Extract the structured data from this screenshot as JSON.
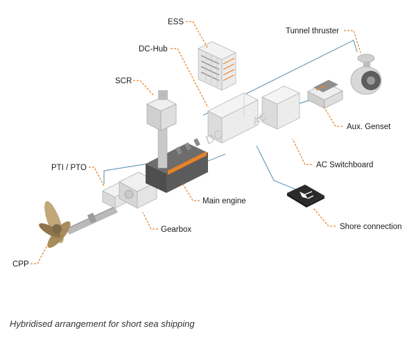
{
  "labels": {
    "ess": "ESS",
    "dc_hub": "DC-Hub",
    "tunnel_thruster": "Tunnel thruster",
    "scr": "SCR",
    "aux_genset": "Aux. Genset",
    "pti_pto": "PTI / PTO",
    "ac_switchboard": "AC Switchboard",
    "main_engine": "Main engine",
    "shore_connection": "Shore connection",
    "gearbox": "Gearbox",
    "cpp": "CPP"
  },
  "box_text": {
    "dc": "DC",
    "ac": "AC"
  },
  "caption": "Hybridised arrangement for short sea shipping",
  "colors": {
    "accent": "#e8832a",
    "cable": "#6b9bb8",
    "shore_box": "#2b2b2b"
  }
}
